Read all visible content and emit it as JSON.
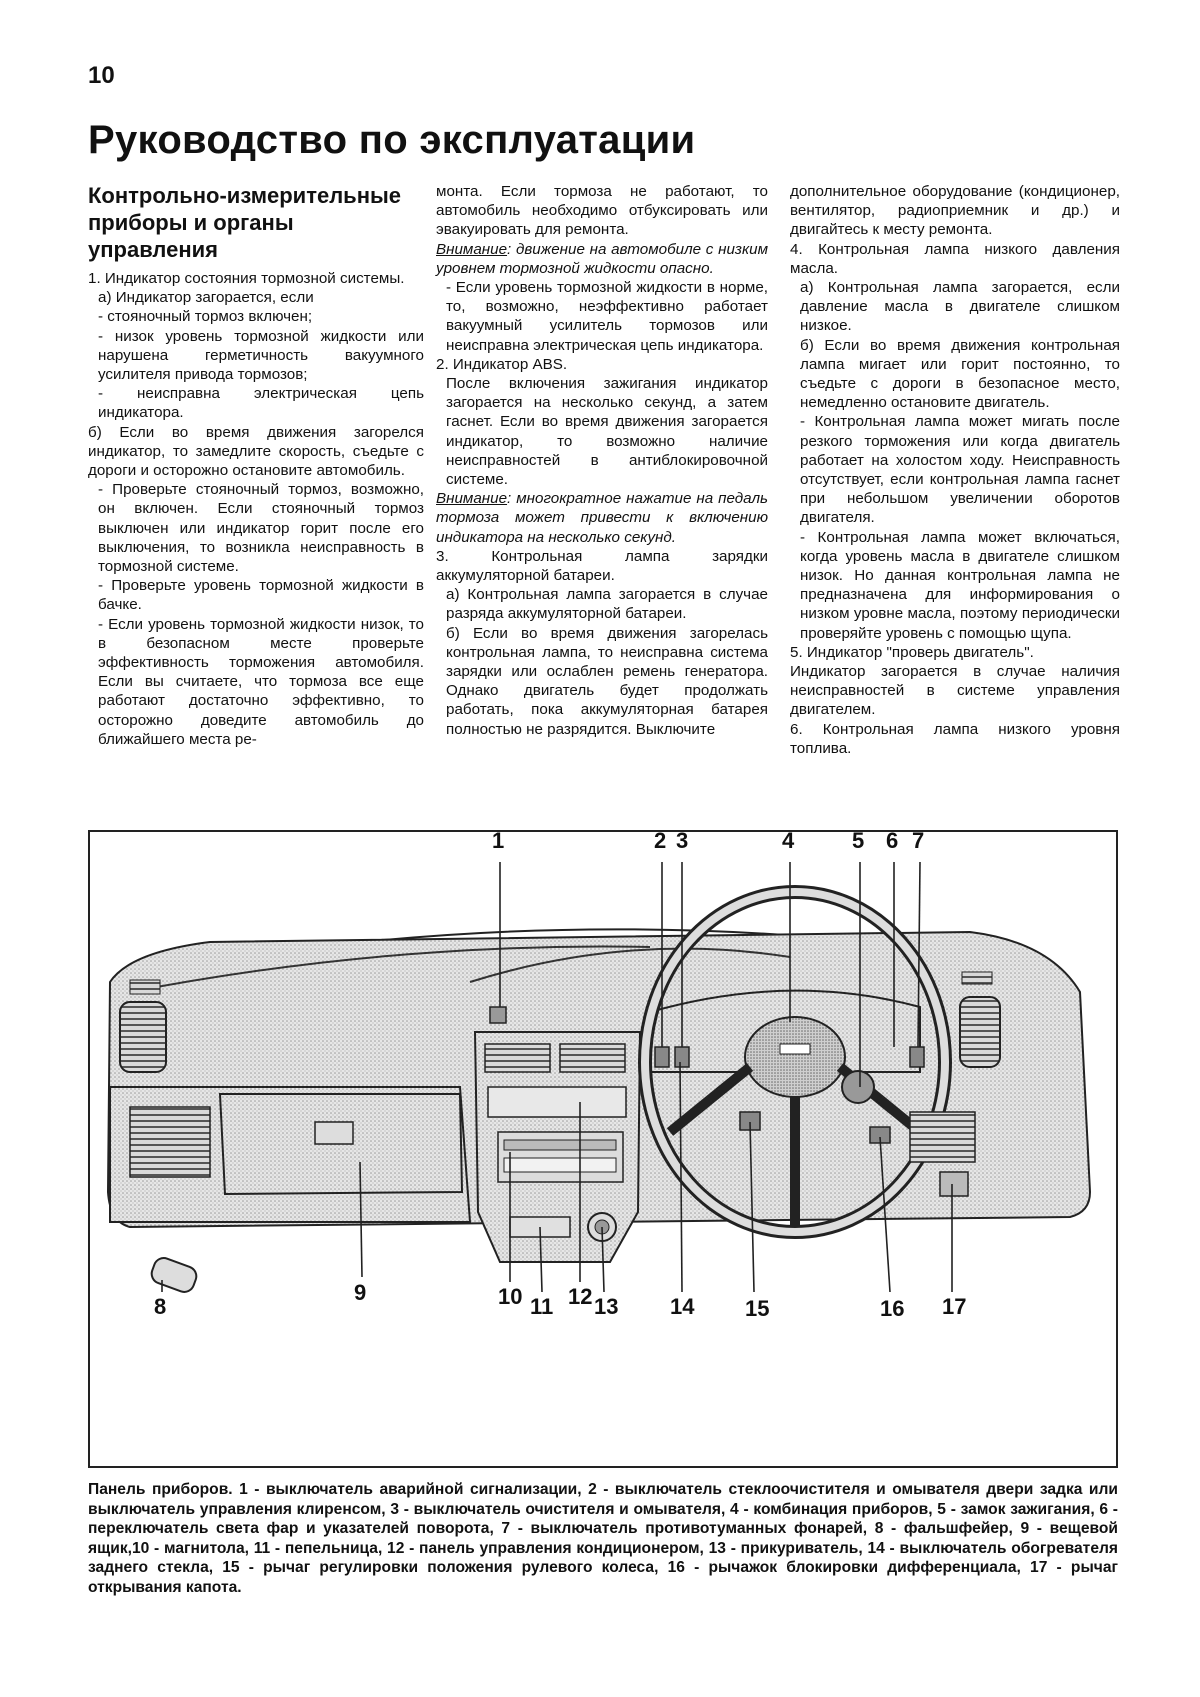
{
  "page_number": "10",
  "page_title": "Руководство по эксплуатации",
  "section_heading": "Контрольно-измерительные приборы и органы управления",
  "col1": [
    "1. Индикатор состояния тормозной системы.",
    "а) Индикатор загорается, если",
    "- стояночный тормоз включен;",
    "- низок уровень тормозной жидкости или нарушена герметичность вакуумного усилителя привода тормозов;",
    "- неисправна электрическая цепь индикатора.",
    "б) Если во время движения загорелся индикатор, то замедлите скорость, съедьте с дороги и осторожно остановите автомобиль.",
    "- Проверьте стояночный тормоз, возможно, он включен. Если стояночный тормоз выключен или индикатор горит после его выключения, то возникла неисправность в тормозной системе.",
    "- Проверьте уровень тормозной жидкости в бачке.",
    "- Если уровень тормозной жидкости низок, то в безопасном месте проверьте эффективность торможения автомобиля. Если вы считаете, что тормоза все еще работают достаточно эффективно, то осторожно доведите автомобиль до ближайшего места ре-"
  ],
  "col2": {
    "p1": "монта. Если тормоза не работают, то автомобиль необходимо отбуксировать или эвакуировать для ремонта.",
    "warn1_label": "Внимание",
    "warn1_text": ": движение на автомобиле с низким уровнем тормозной жидкости опасно.",
    "p2": "- Если уровень тормозной жидкости в норме, то, возможно, неэффективно работает вакуумный усилитель тормозов или неисправна электрическая цепь индикатора.",
    "p3": "2. Индикатор ABS.",
    "p4": "После включения зажигания индикатор загорается на несколько секунд, а затем гаснет. Если во время движения загорается индикатор, то возможно наличие неисправностей в антиблокировочной системе.",
    "warn2_label": "Внимание",
    "warn2_text": ": многократное нажатие на педаль тормоза может привести к включению индикатора на несколько секунд.",
    "p5": "3. Контрольная лампа зарядки аккумуляторной батареи.",
    "p6": "а) Контрольная лампа загорается в случае разряда аккумуляторной батареи.",
    "p7": "б) Если во время движения загорелась контрольная лампа, то неисправна система зарядки или ослаблен ремень генератора. Однако двигатель будет продолжать работать, пока аккумуляторная батарея полностью не разрядится. Выключите"
  },
  "col3": [
    "дополнительное оборудование (кондиционер, вентилятор, радиоприемник и др.) и двигайтесь к месту ремонта.",
    "4. Контрольная лампа низкого давления масла.",
    "а) Контрольная лампа загорается, если давление масла в двигателе слишком низкое.",
    "б) Если во время движения контрольная лампа мигает или горит постоянно, то съедьте с дороги в безопасное место, немедленно остановите двигатель.",
    "- Контрольная лампа может мигать после резкого торможения или когда двигатель работает на холостом ходу. Неисправность отсутствует, если контрольная лампа гаснет при небольшом увеличении оборотов двигателя.",
    "- Контрольная лампа может включаться, когда уровень масла в двигателе слишком низок. Но данная контрольная лампа не предназначена для информирования о низком уровне масла, поэтому периодически проверяйте уровень с помощью щупа.",
    "5. Индикатор \"проверь двигатель\".",
    "Индикатор загорается в случае наличия неисправностей в системе управления двигателем.",
    "6. Контрольная лампа низкого уровня топлива."
  ],
  "figure_labels": [
    "1",
    "2",
    "3",
    "4",
    "5",
    "6",
    "7",
    "8",
    "9",
    "10",
    "11",
    "12",
    "13",
    "14",
    "15",
    "16",
    "17"
  ],
  "caption": "Панель приборов. 1 - выключатель аварийной сигнализации, 2 - выключатель стеклоочистителя и омывателя двери задка или выключатель управления клиренсом, 3 - выключатель очистителя и омывателя, 4 - комбинация приборов, 5 - замок зажигания, 6 - переключатель света фар и указателей поворота, 7 - выключатель противотуманных фонарей, 8 - фальшфейер, 9 - вещевой ящик,10 - магнитола, 11 - пепельница, 12 - панель управления кондиционером, 13 - прикуриватель, 14 - выключатель обогревателя заднего стекла, 15 - рычаг регулировки положения рулевого колеса, 16 - рычажок блокировки дифференциала, 17 - рычаг открывания капота."
}
